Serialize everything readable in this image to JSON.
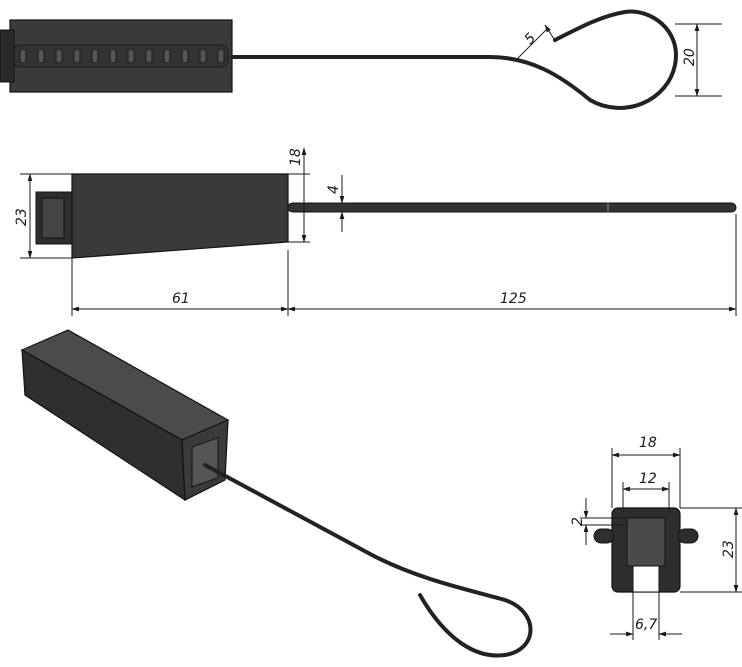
{
  "dimensions": {
    "top_gap": "5",
    "top_loop_height": "20",
    "side_neck": "18",
    "side_wire": "4",
    "side_height": "23",
    "side_body_length": "61",
    "side_wire_length": "125",
    "end_width": "18",
    "end_inner": "12",
    "end_lip": "2",
    "end_height": "23",
    "end_slot": "6,7"
  },
  "colors": {
    "part": "#3a3a3a",
    "outline": "#111111",
    "dimension": "#1a1a1a"
  }
}
